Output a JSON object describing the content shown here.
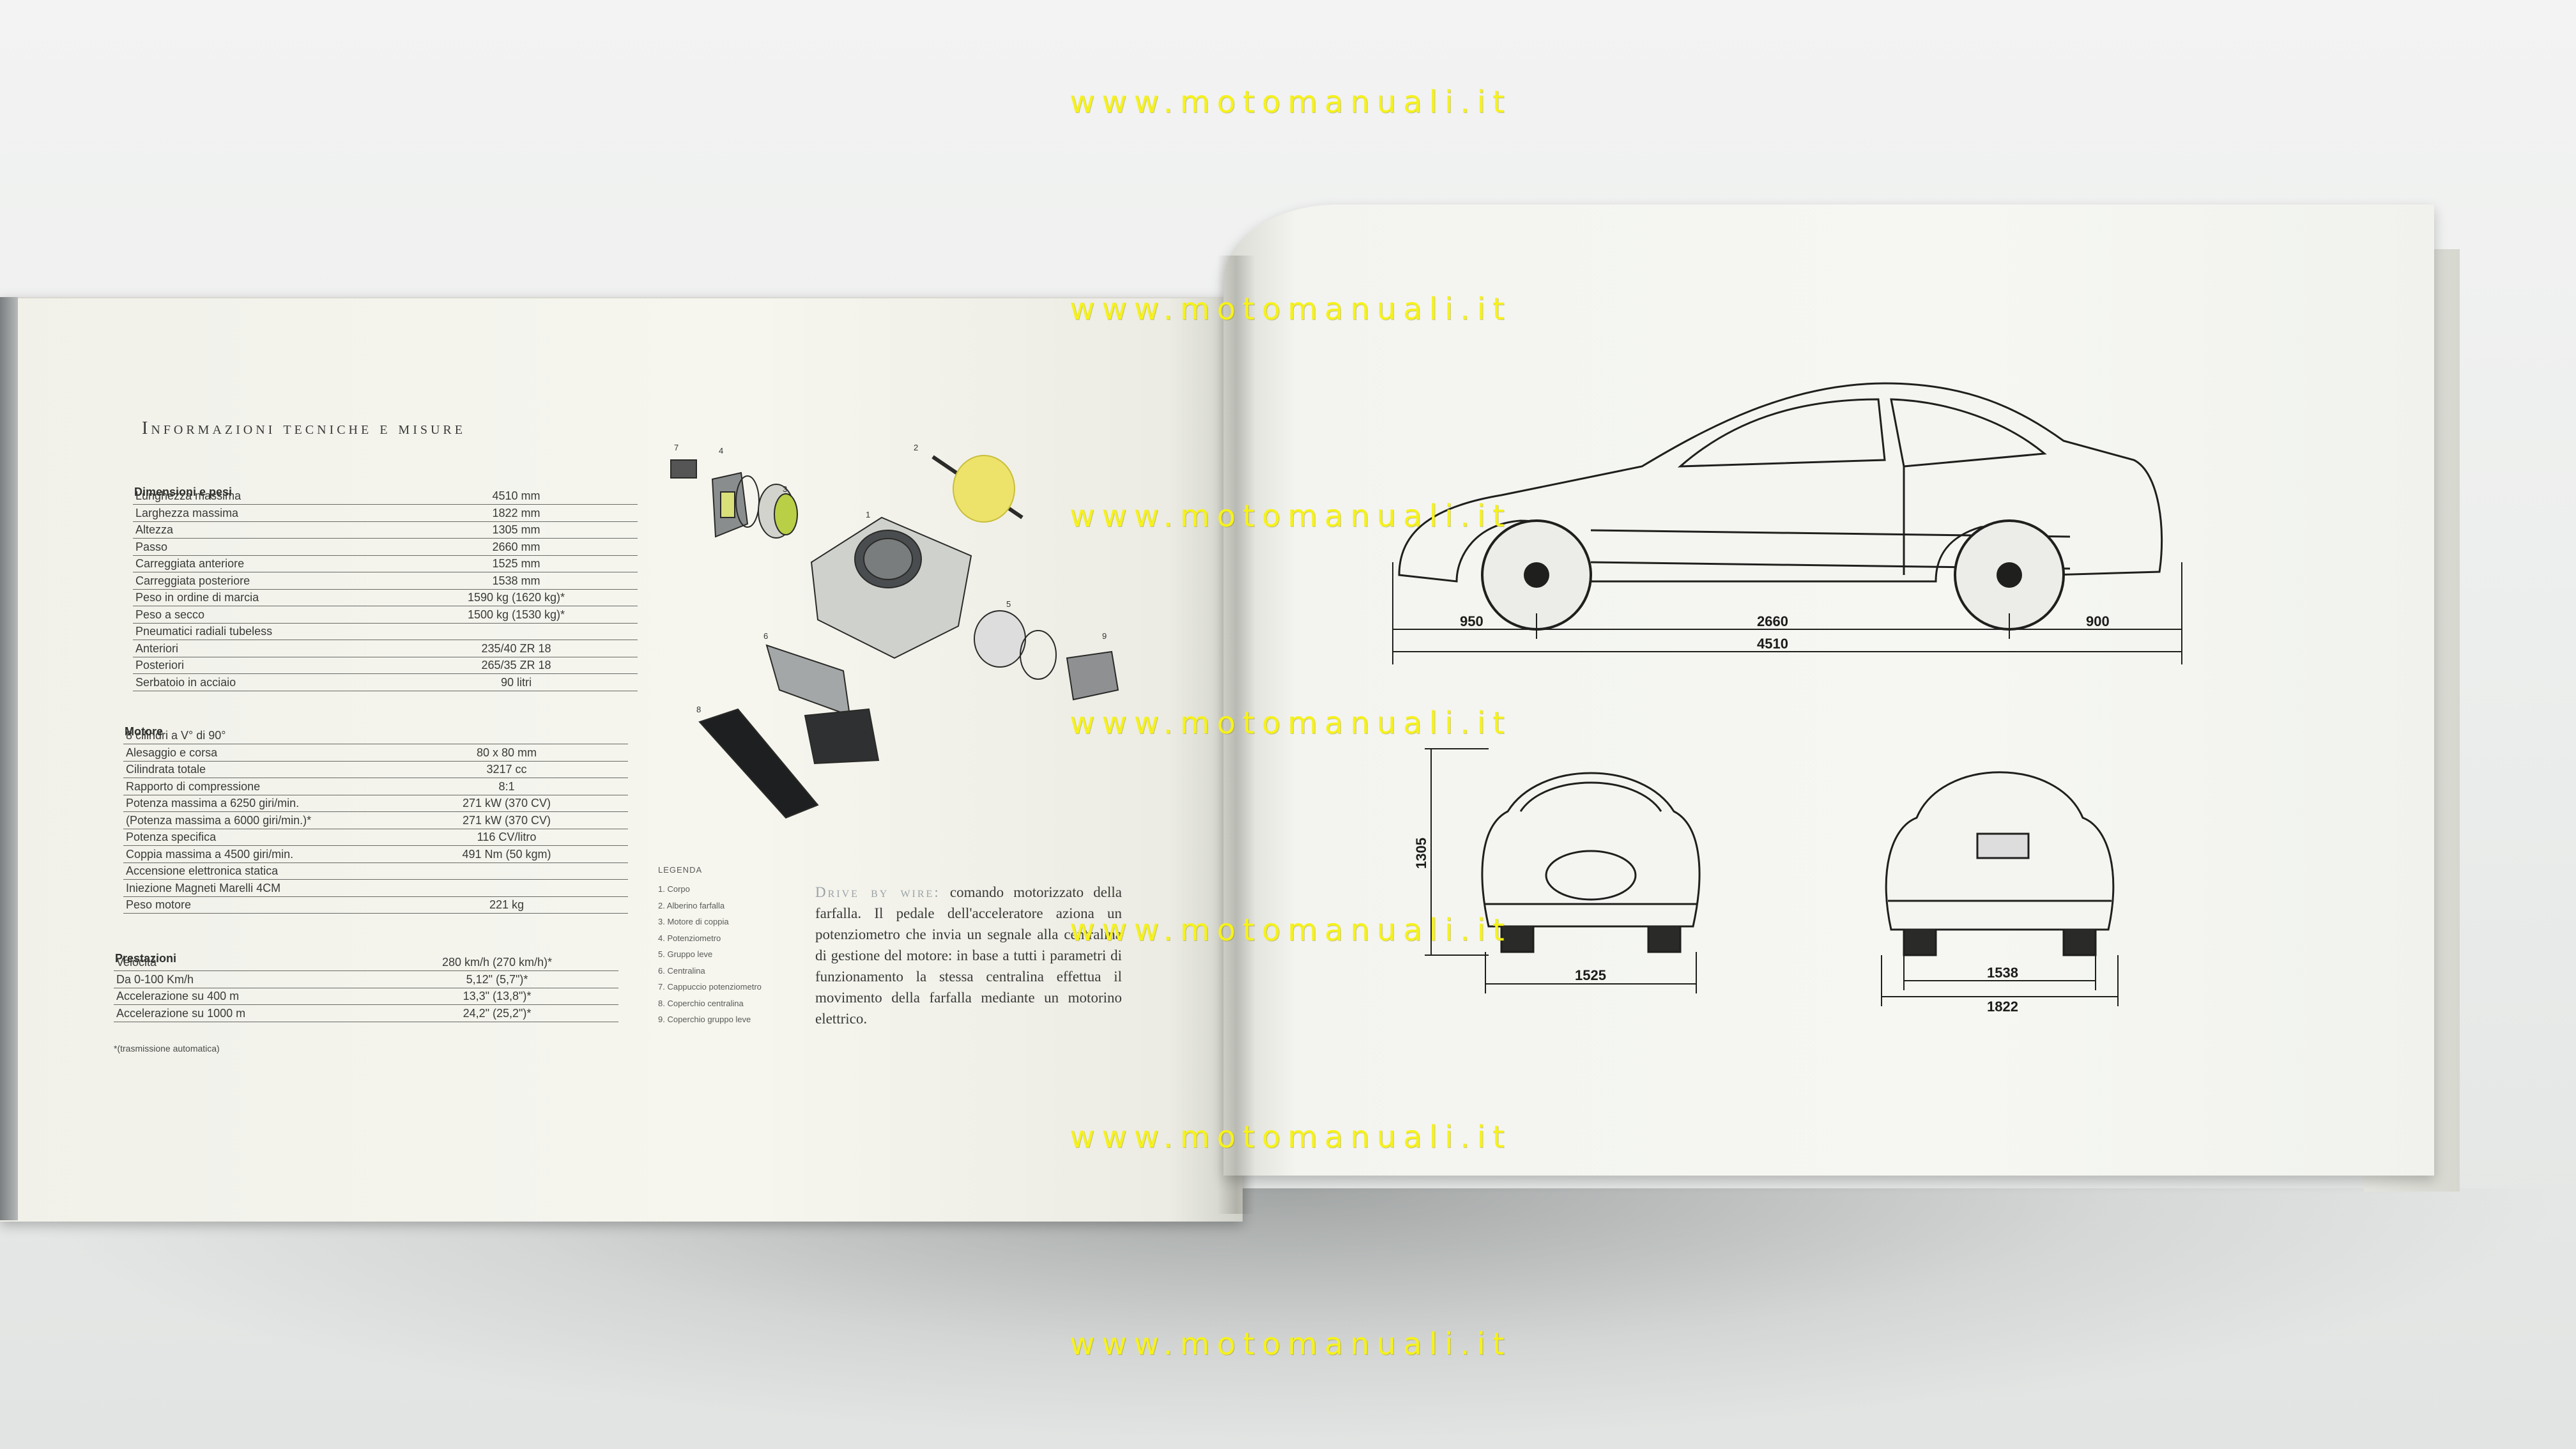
{
  "left_page": {
    "title": "Informazioni tecniche e misure",
    "groups": [
      {
        "title": "Dimensioni e pesi",
        "rows": [
          {
            "label": "Lunghezza massima",
            "value": "4510 mm"
          },
          {
            "label": "Larghezza massima",
            "value": "1822 mm"
          },
          {
            "label": "Altezza",
            "value": "1305 mm"
          },
          {
            "label": "Passo",
            "value": "2660 mm"
          },
          {
            "label": "Carreggiata anteriore",
            "value": "1525 mm"
          },
          {
            "label": "Carreggiata posteriore",
            "value": "1538 mm"
          },
          {
            "label": "Peso in ordine di marcia",
            "value": "1590 kg (1620 kg)*"
          },
          {
            "label": "Peso a secco",
            "value": "1500 kg (1530 kg)*"
          },
          {
            "label": "Pneumatici radiali tubeless",
            "value": ""
          },
          {
            "label": "Anteriori",
            "value": "235/40 ZR 18"
          },
          {
            "label": "Posteriori",
            "value": "265/35 ZR 18"
          },
          {
            "label": "Serbatoio in acciaio",
            "value": "90 litri"
          }
        ]
      },
      {
        "title": "Motore",
        "rows": [
          {
            "label": "8 cilindri a V° di 90°",
            "value": ""
          },
          {
            "label": "Alesaggio e corsa",
            "value": "80 x 80 mm"
          },
          {
            "label": "Cilindrata totale",
            "value": "3217 cc"
          },
          {
            "label": "Rapporto di compressione",
            "value": "8:1"
          },
          {
            "label": "Potenza massima a 6250 giri/min.",
            "value": "271 kW (370 CV)"
          },
          {
            "label": "(Potenza massima a 6000 giri/min.)*",
            "value": "271 kW (370 CV)"
          },
          {
            "label": "Potenza specifica",
            "value": "116 CV/litro"
          },
          {
            "label": "Coppia massima a 4500 giri/min.",
            "value": "491 Nm (50 kgm)"
          },
          {
            "label": "Accensione elettronica statica",
            "value": ""
          },
          {
            "label": "Iniezione Magneti Marelli 4CM",
            "value": ""
          },
          {
            "label": "Peso motore",
            "value": "221 kg"
          }
        ]
      },
      {
        "title": "Prestazioni",
        "rows": [
          {
            "label": "Velocità",
            "value": "280 km/h (270 km/h)*"
          },
          {
            "label": "Da 0-100 Km/h",
            "value": "5,12\" (5,7\")*"
          },
          {
            "label": "Accelerazione su 400 m",
            "value": "13,3\" (13,8\")*"
          },
          {
            "label": "Accelerazione su 1000 m",
            "value": "24,2\" (25,2\")*"
          }
        ]
      }
    ],
    "footnote": "*(trasmissione automatica)",
    "legend": {
      "title": "LEGENDA",
      "items": [
        "1. Corpo",
        "2. Alberino farfalla",
        "3. Motore di coppia",
        "4. Potenziometro",
        "5. Gruppo leve",
        "6. Centralina",
        "7. Cappuccio potenziometro",
        "8. Coperchio centralina",
        "9. Coperchio gruppo leve"
      ]
    },
    "part_numbers": [
      "7",
      "4",
      "3",
      "2",
      "1",
      "5",
      "6",
      "9",
      "8"
    ],
    "drive_by_wire": {
      "heading": "Drive by wire:",
      "text": "comando motorizzato della farfalla. Il pedale dell'acceleratore aziona un potenziometro che invia un segnale alla centralina di gestione del motore: in base a tutti i parametri di funzionamento la stessa centralina effettua il movimento della farfalla mediante un motorino elettrico."
    }
  },
  "right_page": {
    "side_dims": {
      "front_overhang": "950",
      "wheelbase": "2660",
      "rear_overhang": "900",
      "length": "4510"
    },
    "front_dims": {
      "height": "1305",
      "front_track": "1525"
    },
    "rear_dims": {
      "rear_track": "1538",
      "width": "1822"
    }
  },
  "watermark": {
    "text": "www.motomanuali.it",
    "count": 7
  },
  "colors": {
    "watermark": "#f6f21a",
    "page": "#f6f6ef",
    "ink": "#3a3a38"
  }
}
